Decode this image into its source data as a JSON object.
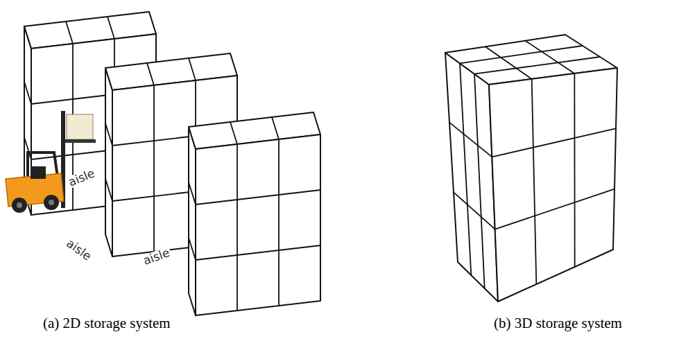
{
  "diagram": {
    "labels": [
      "aisle",
      "aisle",
      "aisle",
      "(a) 2D storage system",
      "(b) 3D storage system"
    ]
  }
}
